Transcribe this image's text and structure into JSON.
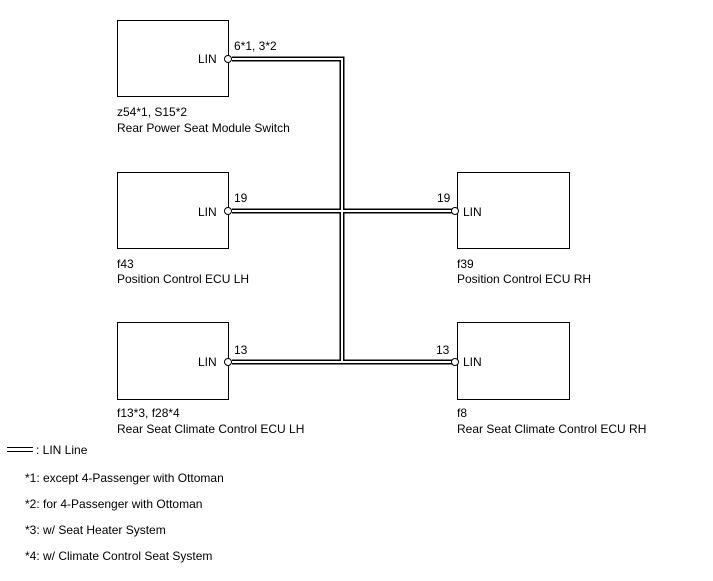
{
  "components": {
    "switch": {
      "code": "z54*1, S15*2",
      "name": "Rear Power Seat Module Switch",
      "pin_label": "LIN",
      "pin_number": "6*1, 3*2"
    },
    "ecu_lh": {
      "code": "f43",
      "name": "Position Control ECU LH",
      "pin_label": "LIN",
      "pin_number": "19"
    },
    "ecu_rh": {
      "code": "f39",
      "name": "Position Control ECU RH",
      "pin_label": "LIN",
      "pin_number": "19"
    },
    "climate_lh": {
      "code": "f13*3, f28*4",
      "name": "Rear Seat Climate Control ECU LH",
      "pin_label": "LIN",
      "pin_number": "13"
    },
    "climate_rh": {
      "code": "f8",
      "name": "Rear Seat Climate Control ECU RH",
      "pin_label": "LIN",
      "pin_number": "13"
    }
  },
  "legend": {
    "line_label": ": LIN Line"
  },
  "notes": [
    "*1: except 4-Passenger with Ottoman",
    "*2: for 4-Passenger with Ottoman",
    "*3: w/ Seat Heater System",
    "*4: w/ Climate Control Seat System"
  ],
  "colors": {
    "line": "#000000",
    "background": "#ffffff"
  }
}
